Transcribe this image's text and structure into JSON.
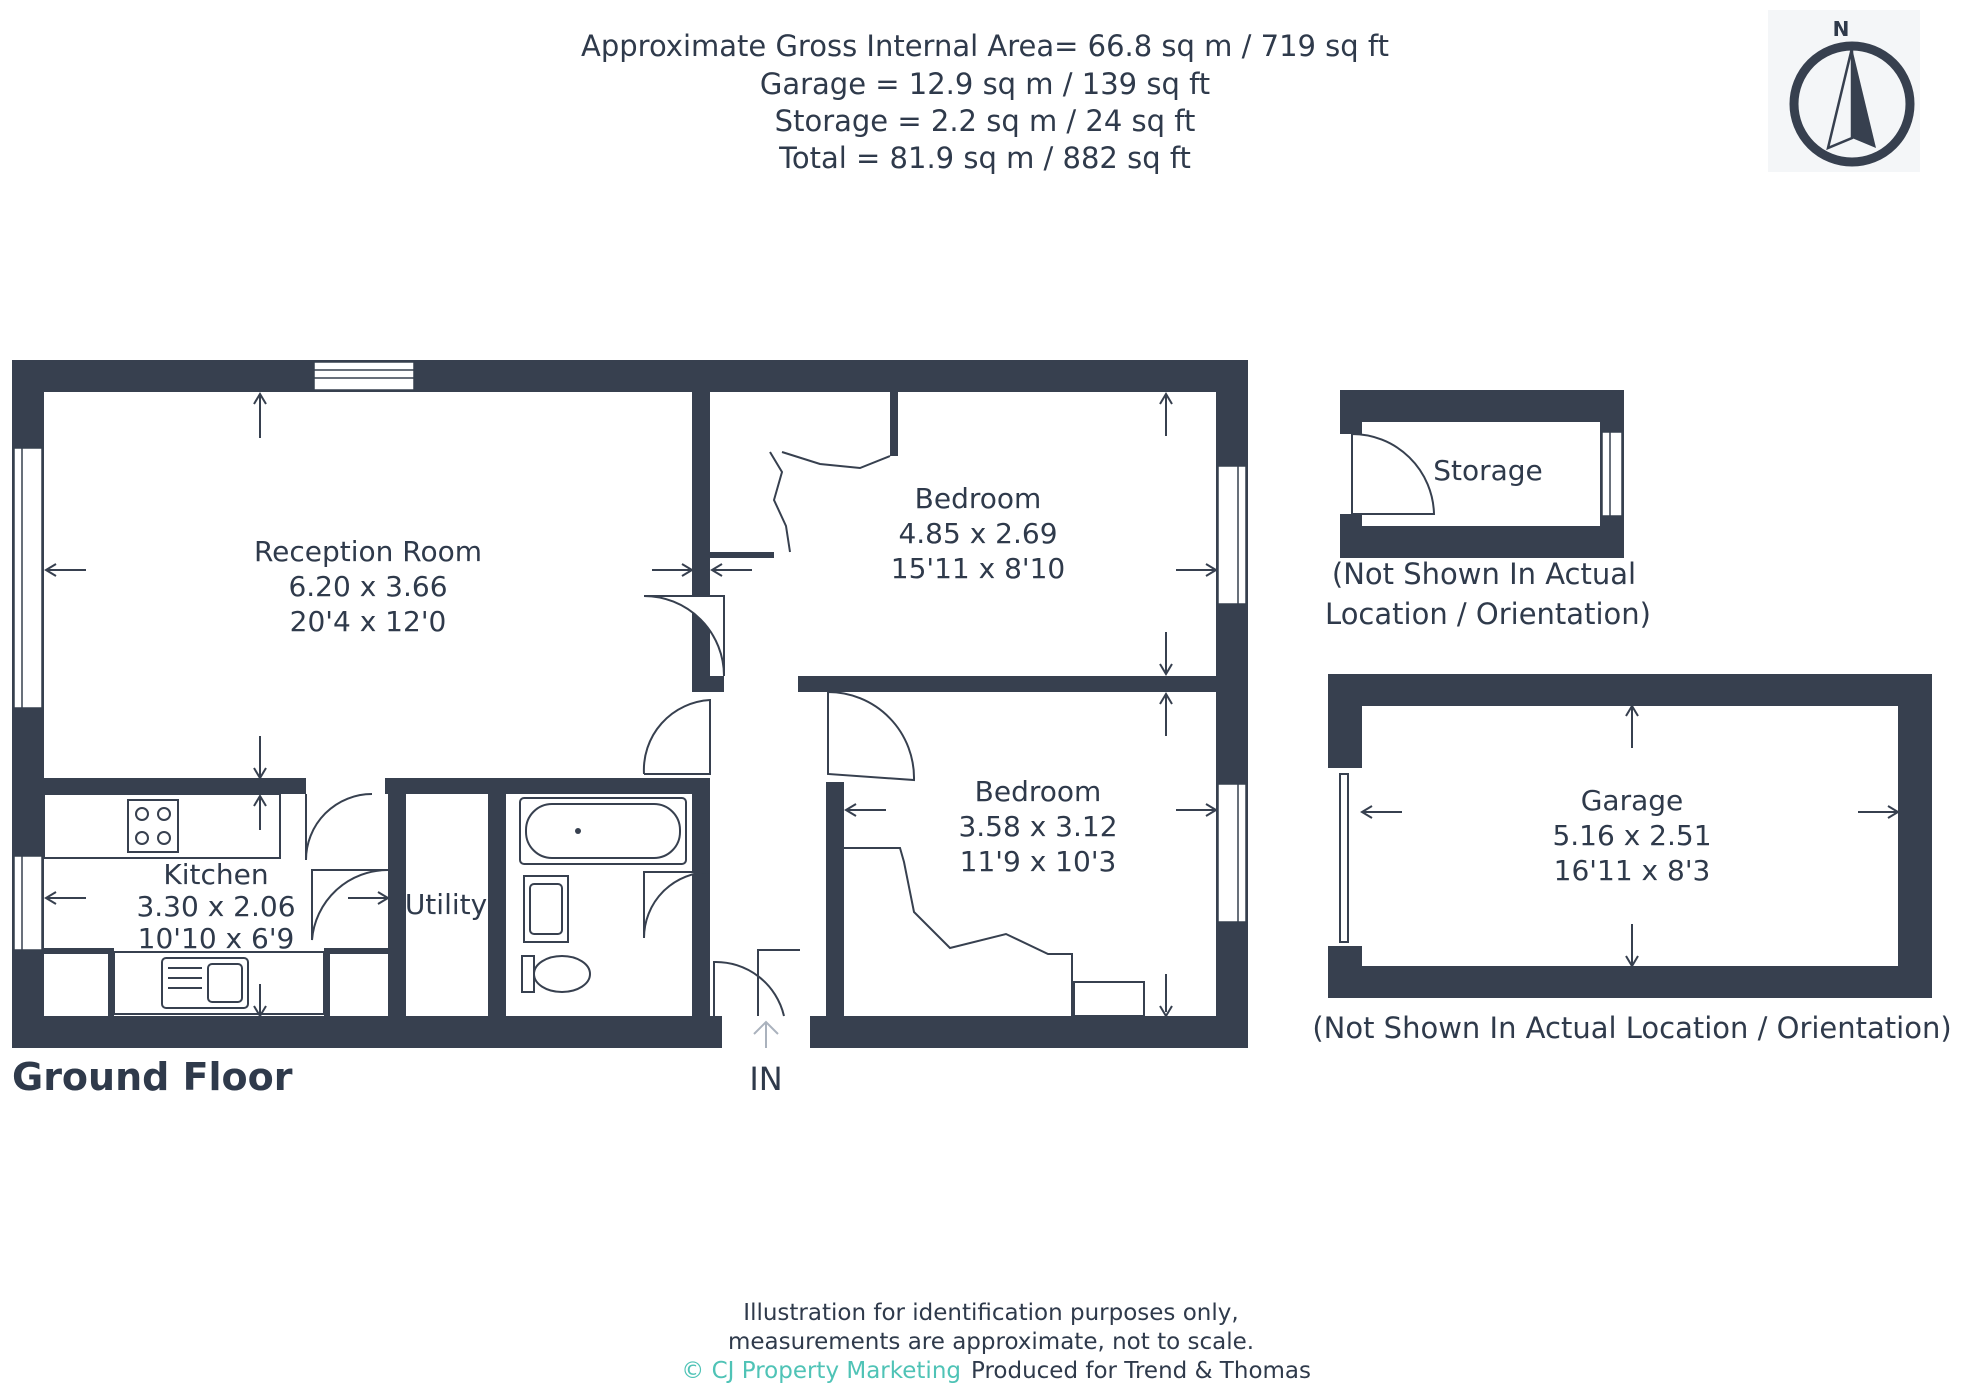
{
  "areas": {
    "gross": "Approximate Gross Internal Area= 66.8 sq m / 719 sq ft",
    "garage": "Garage = 12.9 sq m / 139 sq ft",
    "storage": "Storage = 2.2 sq m / 24 sq ft",
    "total": "Total = 81.9 sq m / 882 sq ft"
  },
  "compass": {
    "label": "N"
  },
  "rooms": {
    "reception": {
      "name": "Reception Room",
      "metric": "6.20 x 3.66",
      "imperial": "20'4 x 12'0"
    },
    "bedroom1": {
      "name": "Bedroom",
      "metric": "4.85 x 2.69",
      "imperial": "15'11 x 8'10"
    },
    "bedroom2": {
      "name": "Bedroom",
      "metric": "3.58 x 3.12",
      "imperial": "11'9 x 10'3"
    },
    "kitchen": {
      "name": "Kitchen",
      "metric": "3.30 x 2.06",
      "imperial": "10'10 x 6'9"
    },
    "utility": {
      "name": "Utility"
    },
    "storage": {
      "name": "Storage",
      "note_line1": "(Not Shown In Actual",
      "note_line2": "Location / Orientation)"
    },
    "garage": {
      "name": "Garage",
      "metric": "5.16 x 2.51",
      "imperial": "16'11 x 8'3",
      "note": "(Not Shown In Actual Location / Orientation)"
    }
  },
  "floor_label": "Ground Floor",
  "entrance_label": "IN",
  "disclaimer": {
    "line1": "Illustration for identification purposes only,",
    "line2": "measurements are approximate, not to scale.",
    "brand": "© CJ Property Marketing",
    "produced": "Produced for Trend & Thomas"
  },
  "colors": {
    "wall": "#37404f",
    "text": "#2f3a4b",
    "brand": "#4fc3b6"
  }
}
